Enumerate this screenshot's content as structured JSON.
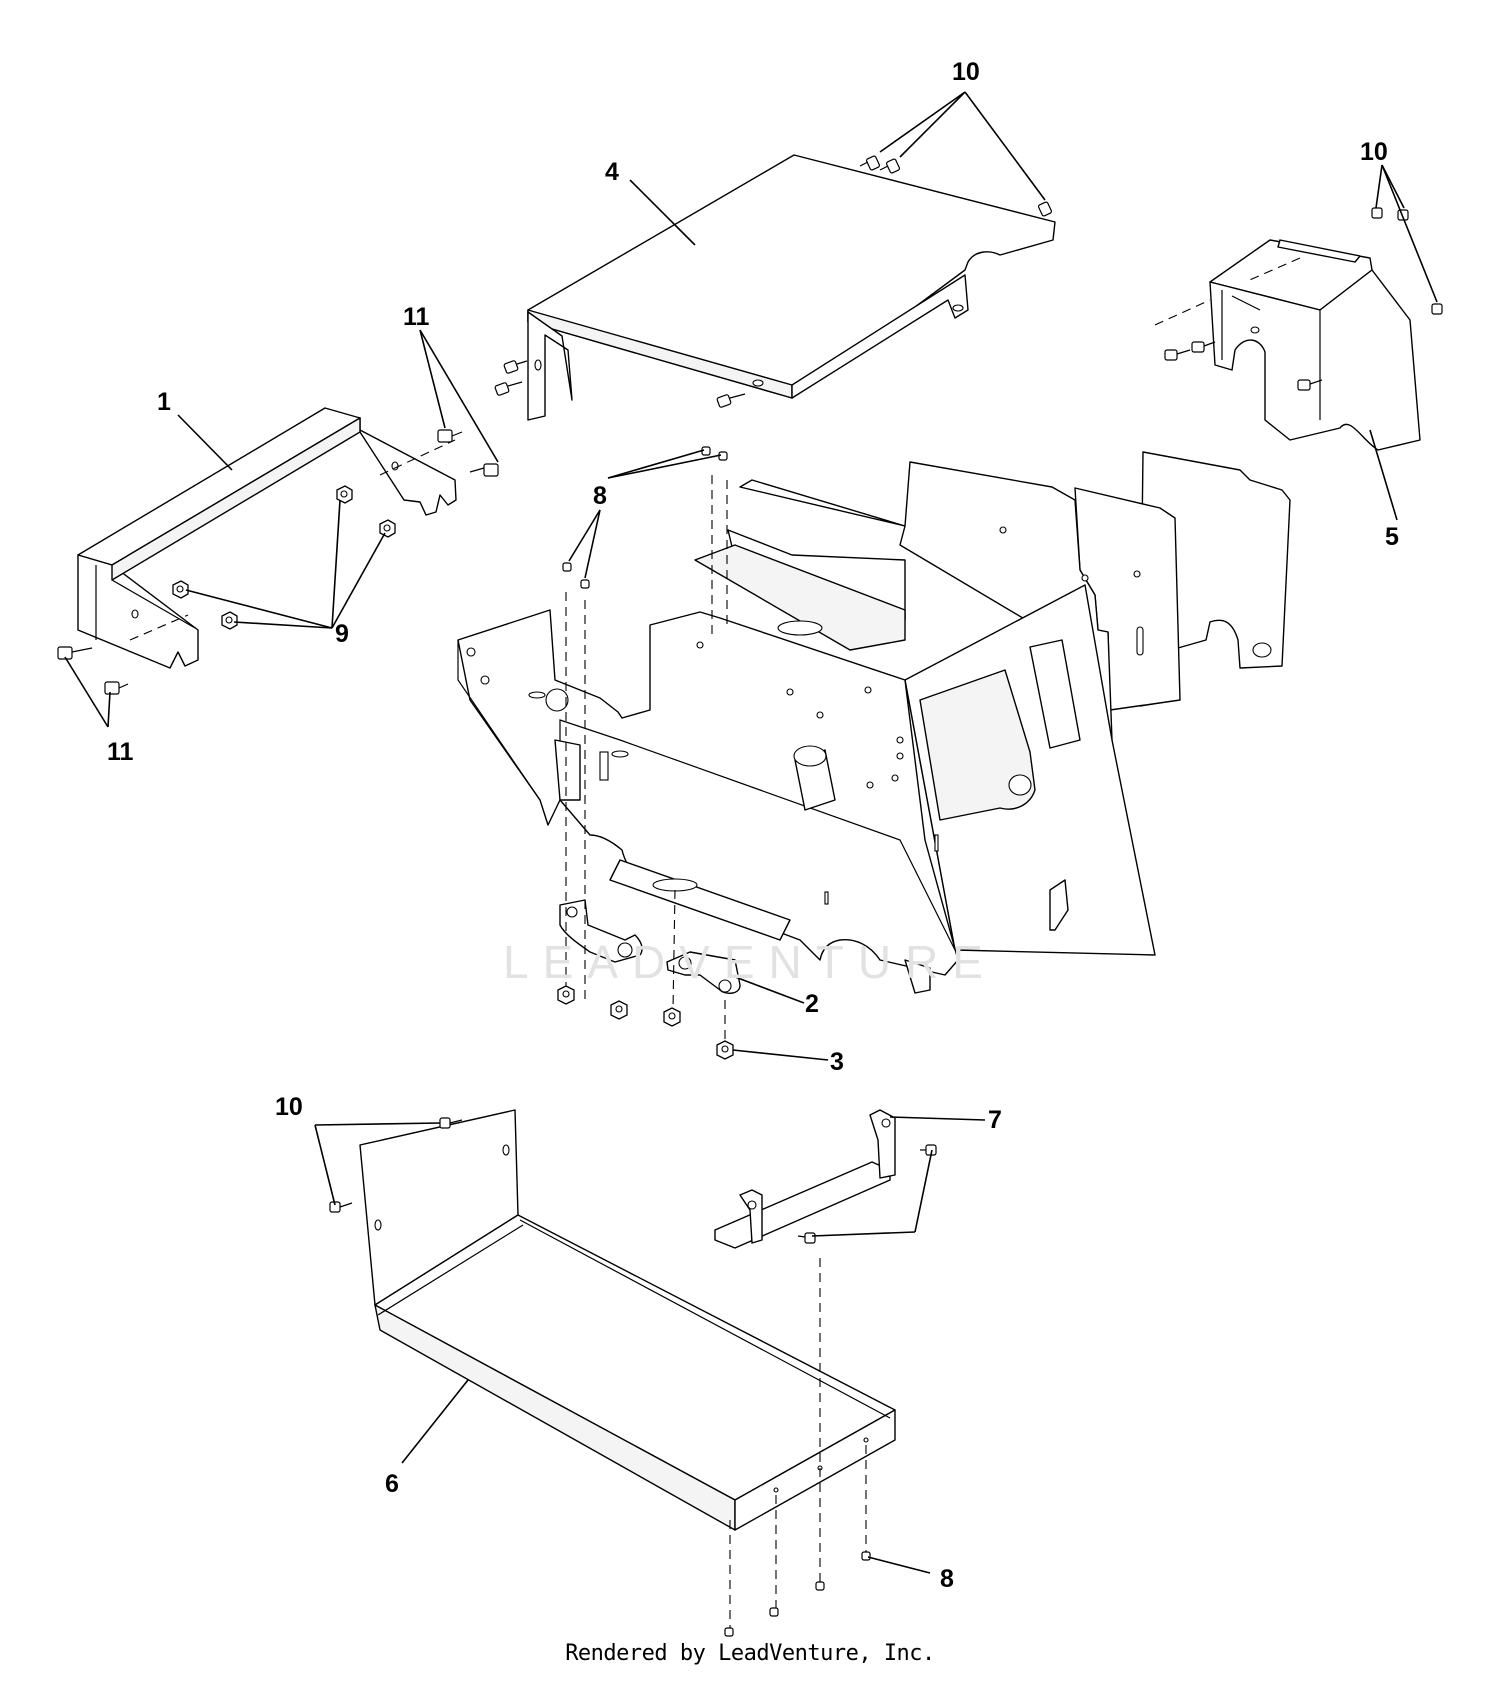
{
  "diagram": {
    "callouts": [
      {
        "id": "1",
        "label": "1"
      },
      {
        "id": "2",
        "label": "2"
      },
      {
        "id": "3",
        "label": "3"
      },
      {
        "id": "4",
        "label": "4"
      },
      {
        "id": "5",
        "label": "5"
      },
      {
        "id": "6",
        "label": "6"
      },
      {
        "id": "7",
        "label": "7"
      },
      {
        "id": "8a",
        "label": "8"
      },
      {
        "id": "8b",
        "label": "8"
      },
      {
        "id": "9",
        "label": "9"
      },
      {
        "id": "10a",
        "label": "10"
      },
      {
        "id": "10b",
        "label": "10"
      },
      {
        "id": "10c",
        "label": "10"
      },
      {
        "id": "11a",
        "label": "11"
      },
      {
        "id": "11b",
        "label": "11"
      }
    ],
    "watermark": "LEADVENTURE",
    "footer": "Rendered by LeadVenture, Inc."
  }
}
